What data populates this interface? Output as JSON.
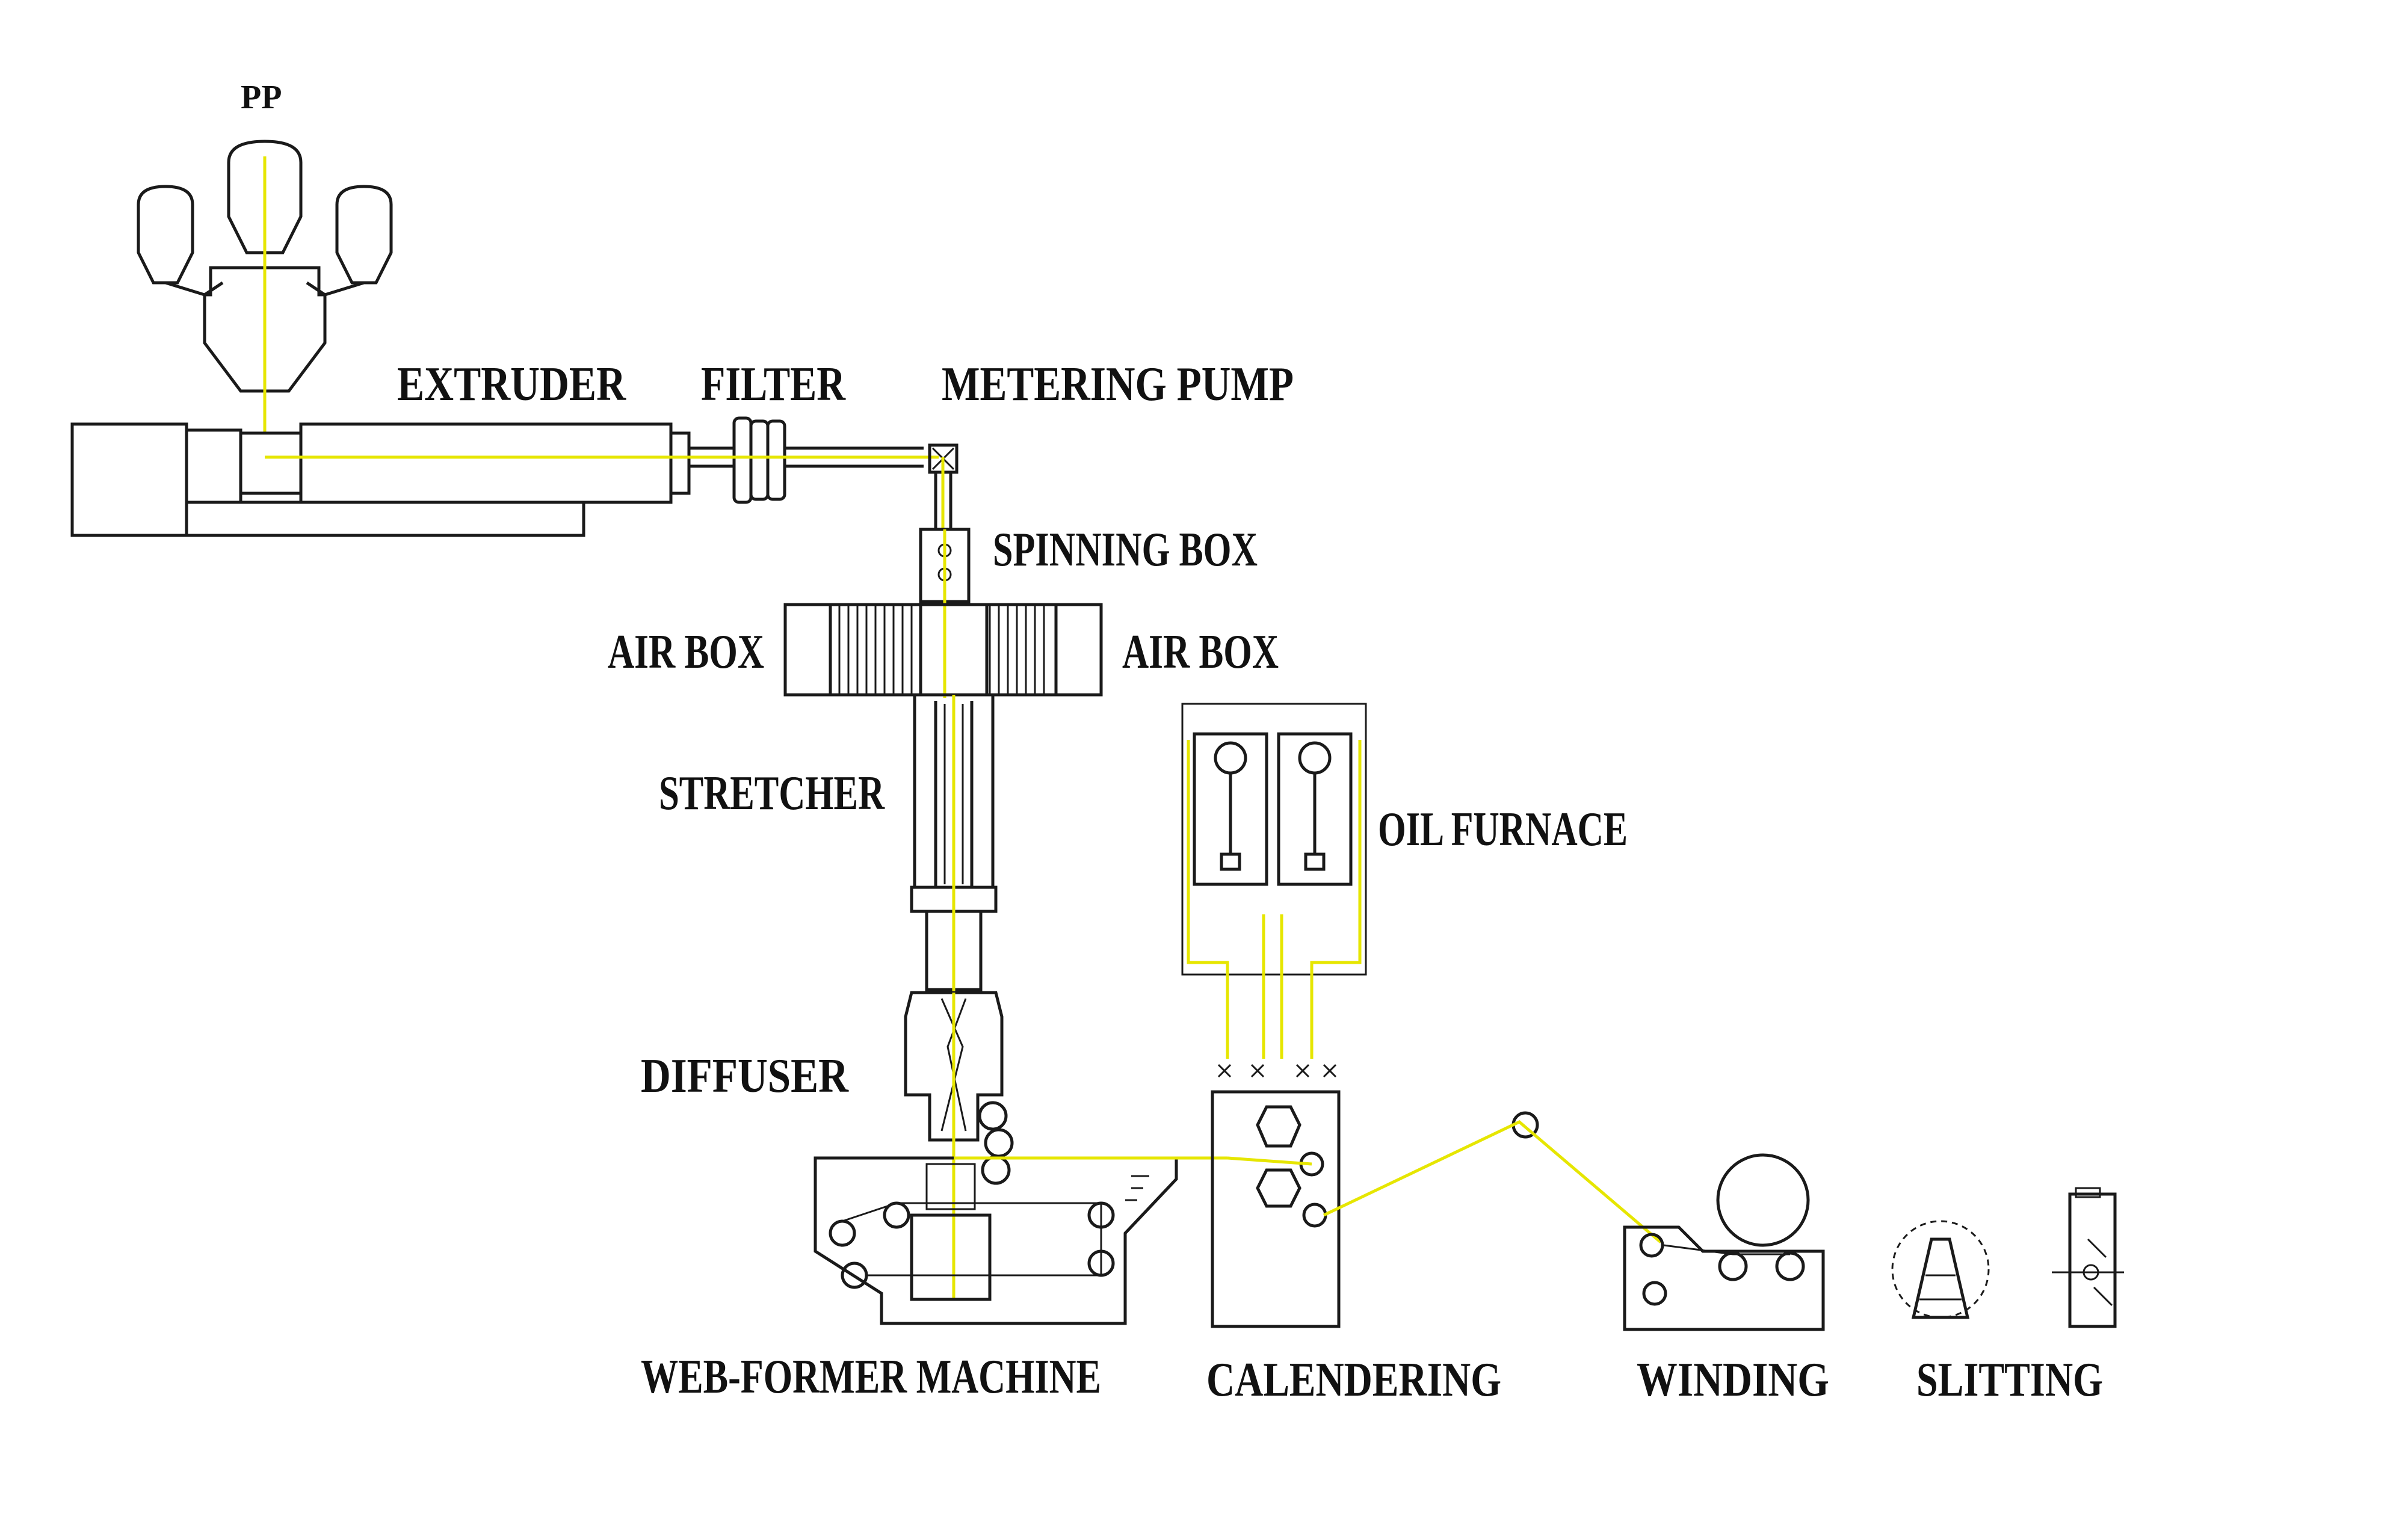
{
  "labels": {
    "pp": "PP",
    "extruder": "EXTRUDER",
    "filter": "FILTER",
    "metering_pump": "METERING PUMP",
    "spinning_box": "SPINNING BOX",
    "air_box_left": "AIR BOX",
    "air_box_right": "AIR BOX",
    "stretcher": "STRETCHER",
    "oil_furnace": "OIL FURNACE",
    "diffuser": "DIFFUSER",
    "web_former": "WEB-FORMER MACHINE",
    "calendering": "CALENDERING",
    "winding": "WINDING",
    "slitting": "SLITTING"
  },
  "colors": {
    "line": "#1a1a1a",
    "material_flow": "#e6e600",
    "background": "#ffffff"
  }
}
